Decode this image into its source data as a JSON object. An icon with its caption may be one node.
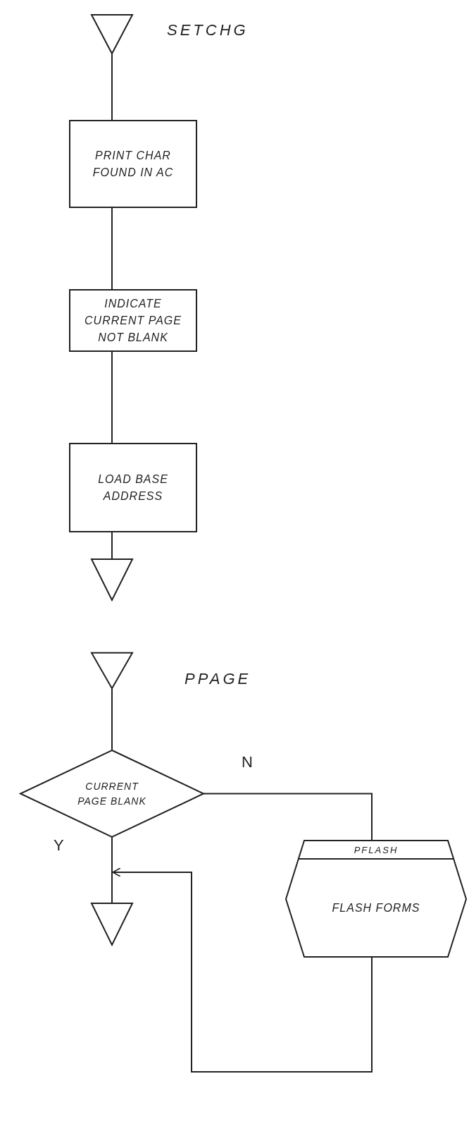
{
  "diagram": {
    "nodes": [
      {
        "text": [],
        "shape": "triangle",
        "beside": [
          "SETCHG"
        ]
      },
      {
        "text": [
          "PRINT CHAR FOUND IN AC"
        ]
      },
      {
        "text": [
          "INDICATE CURRENT PAGE NOT BLANK"
        ]
      },
      {
        "text": [
          "LOAD BASE ADDRESS"
        ]
      },
      {
        "text": [],
        "shape": "triangle"
      },
      {
        "text": [],
        "shape": "triangle",
        "beside": [
          "PPAGE"
        ]
      },
      {
        "text": [
          "CURRENT PAGE BLANK"
        ]
      },
      {
        "text": [
          "PFLASH",
          "FLASH FORMS"
        ]
      },
      {
        "text": [],
        "shape": "triangle"
      }
    ],
    "edges": [
      {
        "from": 0,
        "to": 1,
        "arrow": "none"
      },
      {
        "from": 1,
        "to": 2,
        "arrow": "none"
      },
      {
        "from": 2,
        "to": 3,
        "arrow": "none"
      },
      {
        "from": 3,
        "to": 4,
        "arrow": "none"
      },
      {
        "from": 5,
        "to": 6,
        "arrow": "none"
      },
      {
        "from": 6,
        "to": 7,
        "arrow": "none",
        "label": "N"
      },
      {
        "from": 6,
        "to": 8,
        "arrow": "none",
        "label": "Y"
      },
      {
        "from": 7,
        "to": 8,
        "arrow": "to"
      }
    ]
  }
}
